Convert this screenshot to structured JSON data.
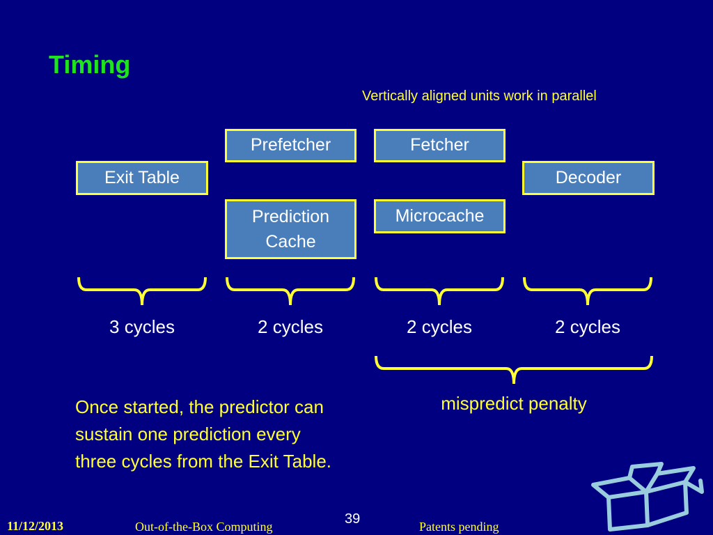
{
  "slide": {
    "title": "Timing",
    "note": "Vertically aligned units work in parallel"
  },
  "units": {
    "prefetcher": "Prefetcher",
    "fetcher": "Fetcher",
    "exit_table": "Exit Table",
    "decoder": "Decoder",
    "prediction_cache_line1": "Prediction",
    "prediction_cache_line2": "Cache",
    "microcache": "Microcache"
  },
  "cycles": {
    "stage1": "3 cycles",
    "stage2": "2 cycles",
    "stage3": "2 cycles",
    "stage4": "2 cycles"
  },
  "penalty": "mispredict penalty",
  "description": {
    "line1": "Once started, the predictor can",
    "line2": "sustain one prediction every",
    "line3": "three cycles from the Exit Table."
  },
  "footer": {
    "date": "11/12/2013",
    "company": "Out-of-the-Box Computing",
    "page": "39",
    "patents": "Patents pending"
  },
  "colors": {
    "background": "#000080",
    "title": "#1fe31f",
    "accent": "#ffff33",
    "box_fill": "#4a7ebb"
  }
}
